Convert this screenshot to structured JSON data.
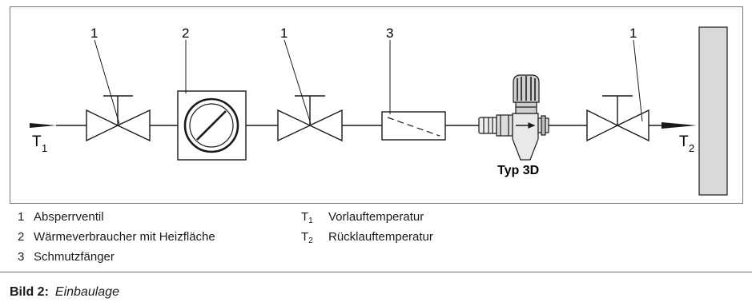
{
  "diagram": {
    "callouts": {
      "c1": "1",
      "c2": "2",
      "c3": "1",
      "c4": "3",
      "c5": "1"
    },
    "t1_main": "T",
    "t1_sub": "1",
    "t2_main": "T",
    "t2_sub": "2",
    "product_label": "Typ 3D"
  },
  "legend": [
    {
      "num": "1",
      "text": "Absperrventil"
    },
    {
      "num": "2",
      "text": "Wärmeverbraucher mit Heizfläche"
    },
    {
      "num": "3",
      "text": "Schmutzfänger"
    }
  ],
  "legend_right": [
    {
      "sym": "T",
      "sub": "1",
      "text": "Vorlauftemperatur"
    },
    {
      "sym": "T",
      "sub": "2",
      "text": "Rücklauftemperatur"
    }
  ],
  "caption": {
    "label": "Bild 2:",
    "title": "Einbaulage"
  },
  "colors": {
    "line": "#1a1a1a",
    "wall": "#d9d9d9"
  }
}
